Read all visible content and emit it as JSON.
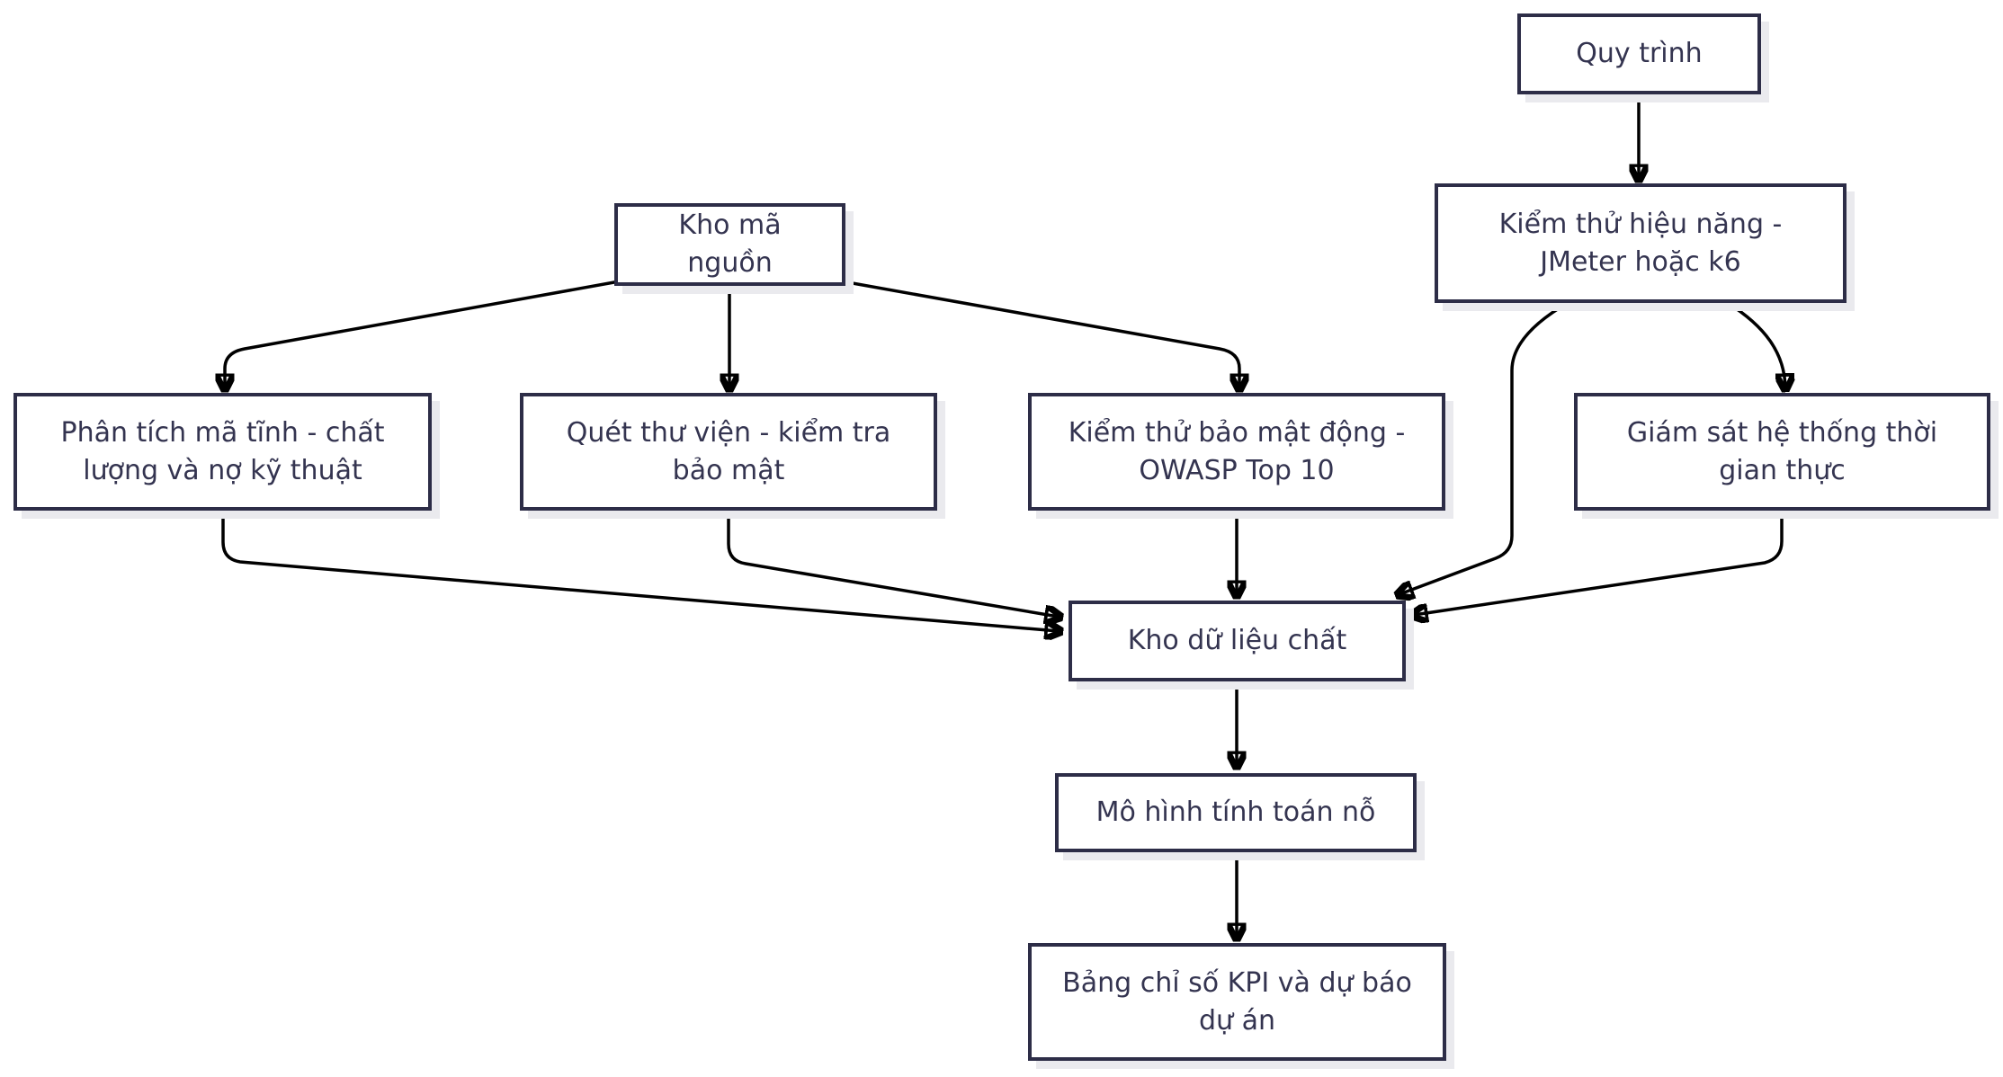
{
  "diagram": {
    "type": "flowchart",
    "direction": "top-down",
    "nodes": {
      "process": {
        "label": "Quy trình"
      },
      "perf_test": {
        "label": "Kiểm thử hiệu năng - JMeter hoặc k6"
      },
      "source_repo": {
        "label": "Kho mã nguồn"
      },
      "static_analysis": {
        "label": "Phân tích mã tĩnh - chất lượng và nợ kỹ thuật"
      },
      "dependency_scan": {
        "label": "Quét thư viện - kiểm tra bảo mật"
      },
      "dast": {
        "label": "Kiểm thử bảo mật động - OWASP Top 10"
      },
      "monitoring": {
        "label": "Giám sát hệ thống thời gian thực"
      },
      "data_store": {
        "label": "Kho dữ liệu chất"
      },
      "effort_model": {
        "label": "Mô hình tính toán nỗ"
      },
      "kpi_dashboard": {
        "label": "Bảng chỉ số KPI và dự báo dự án"
      }
    },
    "edges": [
      {
        "from": "process",
        "to": "perf_test"
      },
      {
        "from": "source_repo",
        "to": "static_analysis"
      },
      {
        "from": "source_repo",
        "to": "dependency_scan"
      },
      {
        "from": "source_repo",
        "to": "dast"
      },
      {
        "from": "perf_test",
        "to": "data_store"
      },
      {
        "from": "perf_test",
        "to": "monitoring"
      },
      {
        "from": "static_analysis",
        "to": "data_store"
      },
      {
        "from": "dependency_scan",
        "to": "data_store"
      },
      {
        "from": "dast",
        "to": "data_store"
      },
      {
        "from": "monitoring",
        "to": "data_store"
      },
      {
        "from": "data_store",
        "to": "effort_model"
      },
      {
        "from": "effort_model",
        "to": "kpi_dashboard"
      }
    ],
    "colors": {
      "background": "#ffffff",
      "node_fill": "#ffffff",
      "node_border": "#2d2d47",
      "node_text": "#343450",
      "edge_line": "#000000",
      "shadow": "#eaeaee"
    }
  }
}
